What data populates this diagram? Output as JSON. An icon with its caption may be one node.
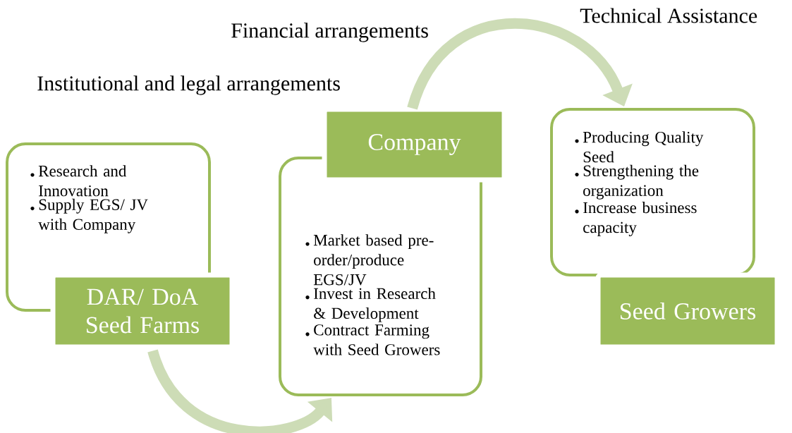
{
  "diagram": {
    "nodes": [
      {
        "text": [
          "Research and Innovation",
          "Supply EGS/ JV with Company"
        ]
      },
      {
        "text": [
          "DAR/ DoA Seed Farms"
        ]
      },
      {
        "text": [
          "Company"
        ]
      },
      {
        "text": [
          "Market based pre-order/produce EGS/JV",
          "Invest in Research & Development",
          "Contract Farming with Seed Growers"
        ]
      },
      {
        "text": [
          "Producing Quality Seed",
          "Strengthening the organization",
          "Increase business capacity"
        ]
      },
      {
        "text": [
          "Seed Growers"
        ]
      }
    ],
    "edges": [
      {
        "from": 1,
        "to": 3,
        "arrow": "to"
      },
      {
        "from": 2,
        "to": 4,
        "arrow": "to"
      }
    ],
    "labels": [
      "Technical Assistance",
      "Financial arrangements",
      "Institutional and legal arrangements"
    ]
  }
}
